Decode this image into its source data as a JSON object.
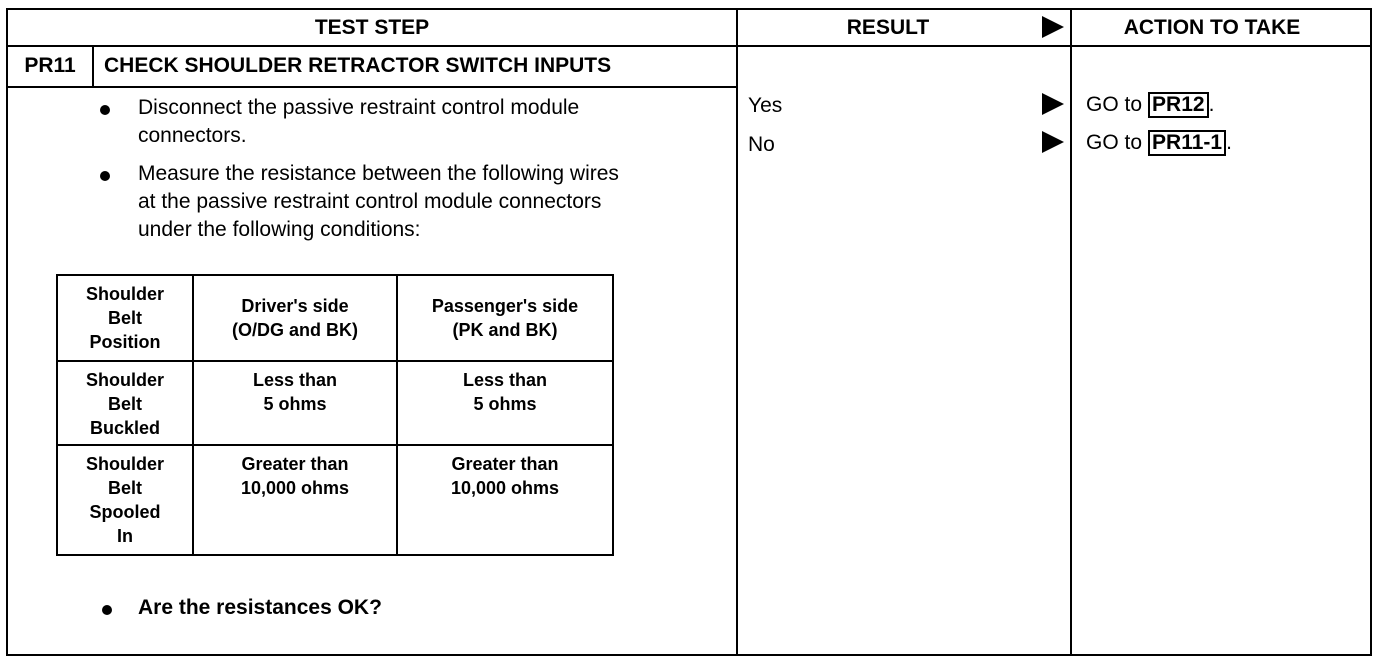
{
  "headers": {
    "test_step": "TEST STEP",
    "result": "RESULT",
    "action": "ACTION TO TAKE"
  },
  "step": {
    "id": "PR11",
    "title": "CHECK SHOULDER RETRACTOR SWITCH INPUTS",
    "bullets": [
      [
        "Disconnect the passive restraint control module",
        "connectors."
      ],
      [
        "Measure the resistance between the following wires",
        "at the passive restraint control module connectors",
        "under the following conditions:"
      ]
    ],
    "question": "Are the resistances OK?"
  },
  "table": {
    "columns": [
      [
        "Shoulder",
        "Belt",
        "Position"
      ],
      [
        "Driver's side",
        "(O/DG and BK)"
      ],
      [
        "Passenger's side",
        "(PK and BK)"
      ]
    ],
    "rows": [
      {
        "position": [
          "Shoulder",
          "Belt",
          "Buckled"
        ],
        "driver": [
          "Less than",
          "5 ohms"
        ],
        "passenger": [
          "Less than",
          "5 ohms"
        ]
      },
      {
        "position": [
          "Shoulder",
          "Belt",
          "Spooled",
          "In"
        ],
        "driver": [
          "Greater than",
          "10,000 ohms"
        ],
        "passenger": [
          "Greater than",
          "10,000 ohms"
        ]
      }
    ]
  },
  "results": [
    {
      "label": "Yes",
      "action_prefix": "GO to",
      "ref": "PR12",
      "suffix": "."
    },
    {
      "label": "No",
      "action_prefix": "GO to",
      "ref": "PR11-1",
      "suffix": "."
    }
  ]
}
